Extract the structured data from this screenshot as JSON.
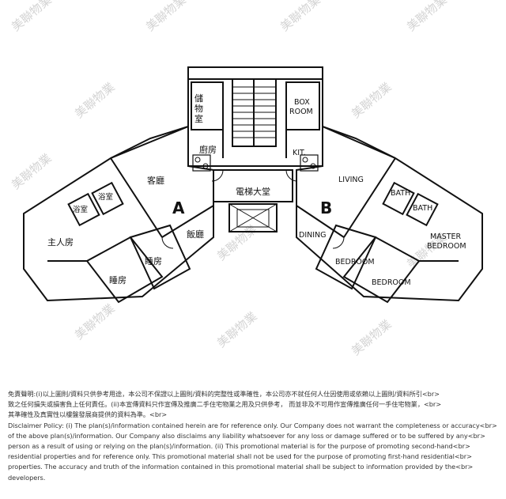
{
  "watermark": {
    "text": "美聯物業"
  },
  "plan": {
    "unit_a_letter": "A",
    "unit_b_letter": "B",
    "rooms_a": {
      "storage": "儲物室",
      "kitchen": "廚房",
      "living": "客廳",
      "dining": "飯廳",
      "master_bedroom": "主人房",
      "bedroom_1": "睡房",
      "bedroom_2": "睡房",
      "bath_1": "浴室",
      "bath_2": "浴室"
    },
    "lift_lobby": "電梯大堂",
    "rooms_b": {
      "box_room_line1": "BOX",
      "box_room_line2": "ROOM",
      "kitchen": "KIT.",
      "living": "LIVING",
      "dining": "DINING",
      "master_line1": "MASTER",
      "master_line2": "BEDROOM",
      "bedroom_1": "BEDROOM",
      "bedroom_2": "BEDROOM",
      "bath_1": "BATH",
      "bath_2": "BATH"
    }
  },
  "disclaimer": {
    "lines": [
      "免責聲明:(i)以上圖則/資料只供參考用途，本公司不保證以上圖則/資料的完整性或準確性，本公司亦不就任何人仕因使用或依賴以上圖則/資料所引<br>",
      "致之任何損失或損害負上任何責任。(ii)本宣傳資料只作宣傳及推廣二手住宅物業之用及只供參考， 而並非及不可用作宣傳推廣任何一手住宅物業，<br>",
      "其準確性及真實性以樓盤發展商提供的資料為準。<br>",
      "Disclaimer Policy: (i) The plan(s)/information contained herein are for reference only. Our Company does not warrant the completeness or accuracy<br>",
      "of the above plan(s)/information. Our Company also disclaims any liability whatsoever for any loss or damage suffered or to be suffered by any<br>",
      "person as a result of using or relying on the plan(s)/information. (ii) This promotional material is for the purpose of promoting second-hand<br>",
      "residential properties and for reference only. This promotional material shall not be used for the purpose of promoting first-hand residential<br>",
      "properties. The accuracy and truth of the information contained in this promotional material shall be subject to information provided by the<br>",
      "developers."
    ]
  }
}
